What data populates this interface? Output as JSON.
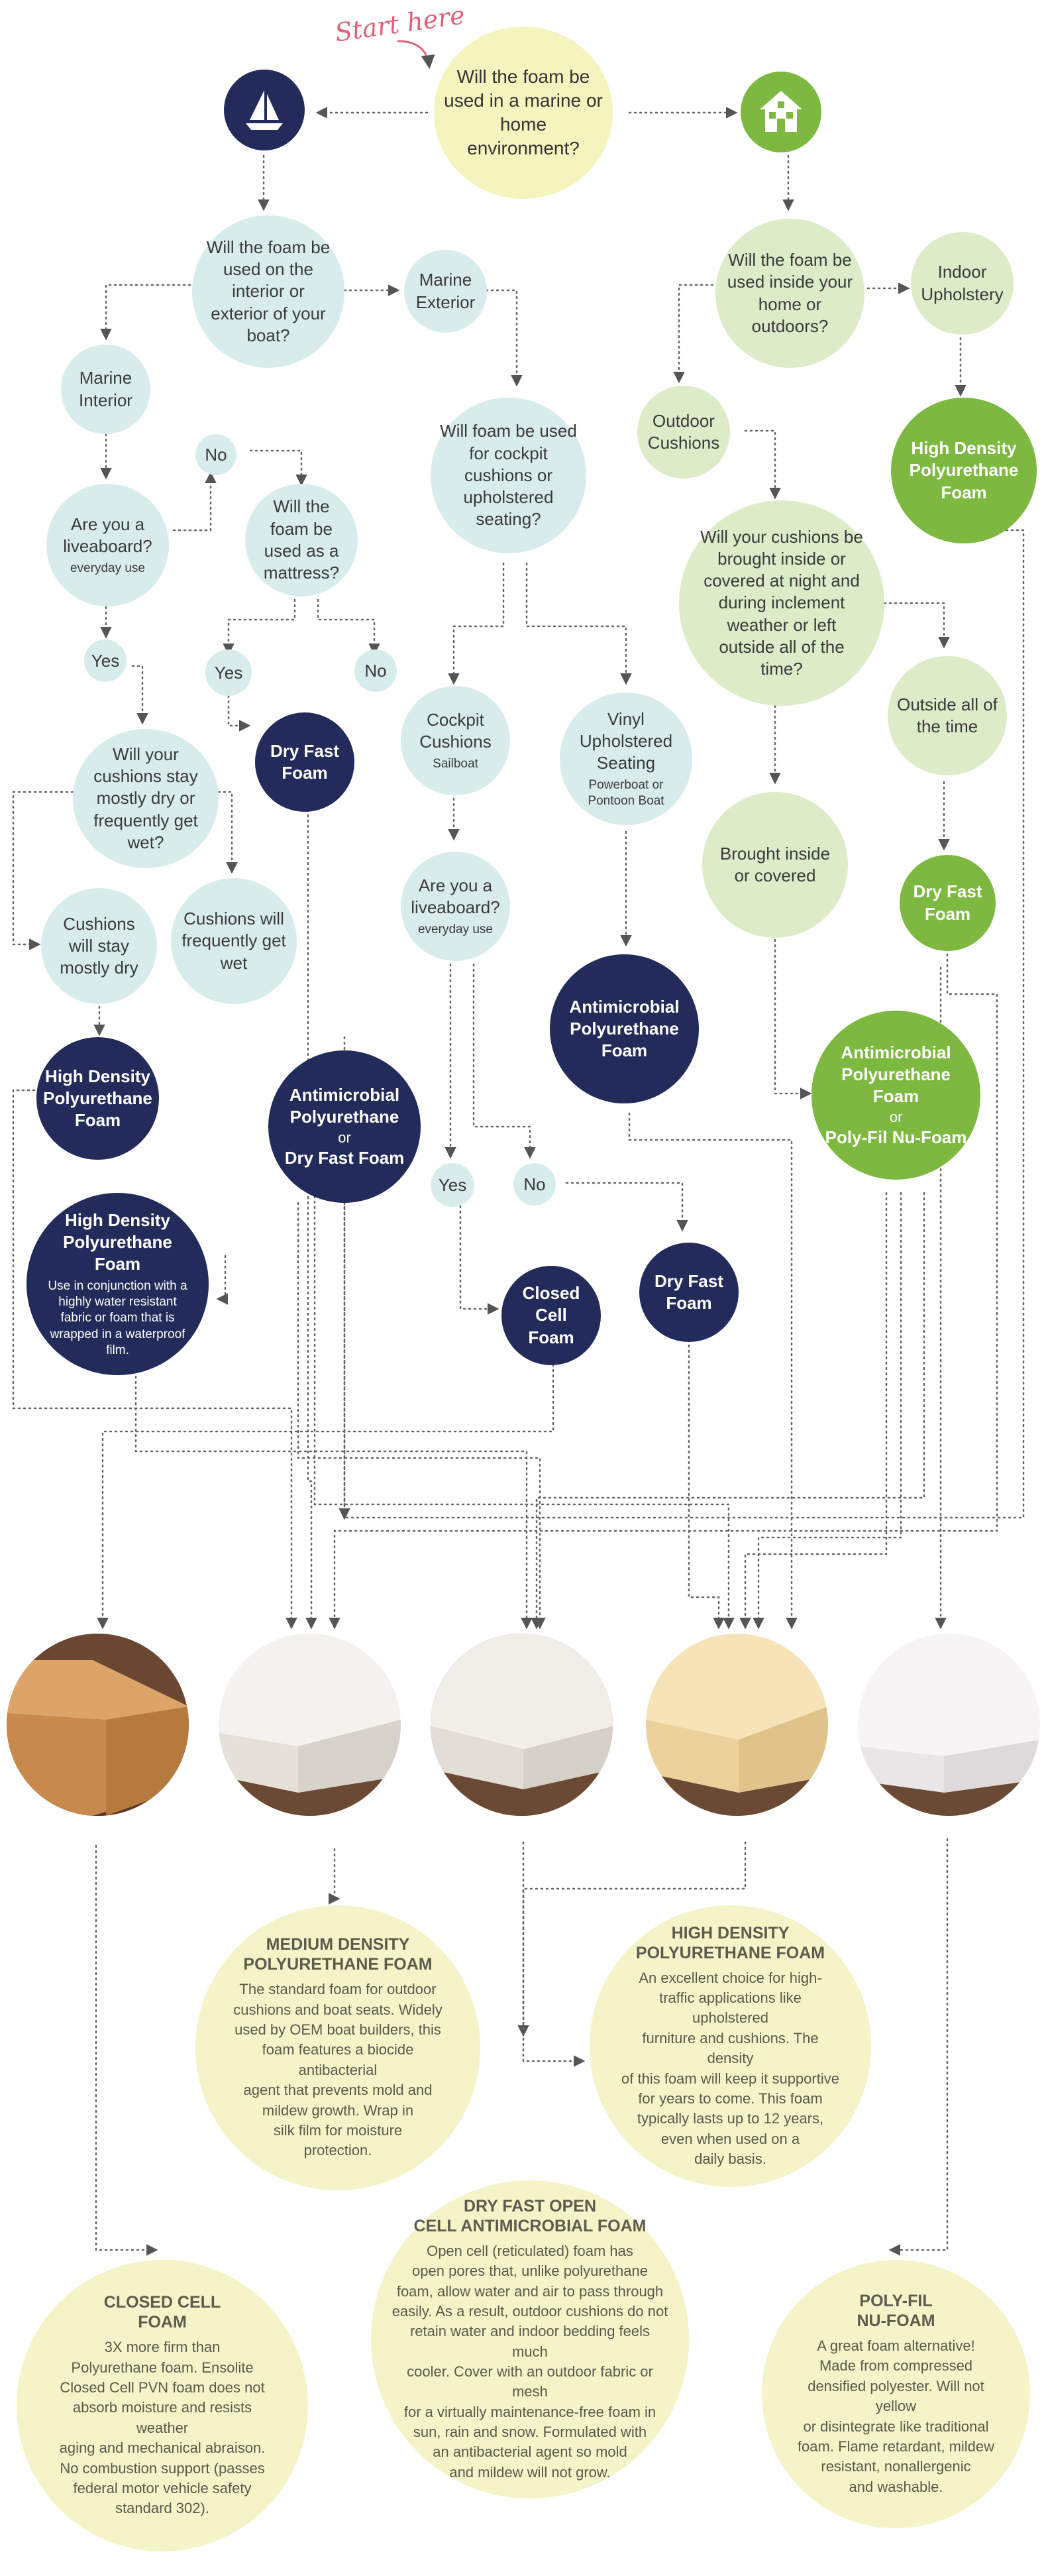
{
  "start_label": "Start here",
  "icons": {
    "marine": "sailboat-icon",
    "home": "house-icon"
  },
  "colors": {
    "navy": "#232b5a",
    "green": "#7db840",
    "question": "#d9ecec",
    "start": "#f5f3be",
    "description": "#f5f3c8",
    "accent": "#e0607a"
  },
  "nodes": {
    "start_q": "Will the foam be used in a marine or home environment?",
    "interior_exterior_q": "Will the foam be used on the interior or exterior of your boat?",
    "marine_exterior": "Marine Exterior",
    "marine_interior": "Marine Interior",
    "liveaboard_q": "Are you a liveaboard?",
    "liveaboard_sub": "everyday use",
    "no_1": "No",
    "yes_1": "Yes",
    "mattress_q": "Will the foam be used as a mattress?",
    "yes_2": "Yes",
    "no_2": "No",
    "dry_fast_1": "Dry Fast Foam",
    "stay_dry_q": "Will your cushions stay mostly dry or frequently get wet?",
    "stay_dry": "Cushions will stay mostly dry",
    "get_wet": "Cushions will frequently get wet",
    "hd_poly_1": "High Density Polyurethane Foam",
    "hd_poly_2": "High Density Polyurethane Foam",
    "hd_poly_2_sub": "Use in conjunction with a highly water resistant fabric or foam that is wrapped in a waterproof film.",
    "anti_or_dry_a": "Antimicrobial Polyurethane",
    "anti_or_dry_or": "or",
    "anti_or_dry_b": "Dry Fast Foam",
    "cockpit_q": "Will foam be used for cockpit cushions or upholstered seating?",
    "cockpit": "Cockpit Cushions",
    "cockpit_sub": "Sailboat",
    "vinyl": "Vinyl Upholstered Seating",
    "vinyl_sub": "Powerboat or Pontoon Boat",
    "liveaboard2_q": "Are you a liveaboard?",
    "liveaboard2_sub": "everyday use",
    "yes_3": "Yes",
    "no_3": "No",
    "closed_cell": "Closed Cell Foam",
    "dry_fast_2": "Dry Fast Foam",
    "anti_poly_1": "Antimicrobial Polyurethane Foam",
    "inside_outdoors_q": "Will the foam be used inside your home or outdoors?",
    "indoor": "Indoor Upholstery",
    "outdoor": "Outdoor Cushions",
    "hd_poly_green": "High Density Polyurethane Foam",
    "brought_inside_q": "Will your cushions be brought inside or covered at night and during inclement weather or left outside all of the time?",
    "outside_all": "Outside all of the time",
    "brought_inside": "Brought inside or covered",
    "dry_fast_green": "Dry Fast Foam",
    "anti_poly_green_a": "Antimicrobial Polyurethane Foam",
    "anti_poly_green_or": "or",
    "anti_poly_green_b": "Poly-Fil Nu-Foam"
  },
  "descriptions": {
    "medium": {
      "title": "MEDIUM DENSITY\nPOLYURETHANE FOAM",
      "text": "The standard foam for outdoor\ncushions and boat seats. Widely\nused by OEM boat builders, this\nfoam features a biocide antibacterial\nagent that prevents mold and\nmildew growth. Wrap in\nsilk film for moisture\nprotection."
    },
    "high": {
      "title": "HIGH DENSITY\nPOLYURETHANE FOAM",
      "text": "An excellent choice for high-\ntraffic applications like upholstered\nfurniture and cushions. The density\nof this foam will keep it supportive\nfor years to come. This foam\ntypically lasts up to 12 years,\neven when used on a\ndaily basis."
    },
    "closed": {
      "title": "CLOSED CELL\nFOAM",
      "text": "3X more firm than\nPolyurethane foam. Ensolite\nClosed Cell PVN foam does not\nabsorb moisture and resists weather\naging and mechanical abraison.\nNo combustion support (passes\nfederal motor vehicle safety\nstandard 302)."
    },
    "dryfast": {
      "title": "DRY FAST OPEN\nCELL ANTIMICROBIAL FOAM",
      "text": "Open cell (reticulated) foam has\nopen pores that, unlike polyurethane\nfoam, allow water and air to pass through\neasily. As a result, outdoor cushions do not\nretain water and indoor bedding feels much\ncooler. Cover with an outdoor fabric or mesh\nfor a virtually maintenance-free foam in\nsun, rain and snow. Formulated with\nan antibacterial agent so mold\nand mildew will not grow."
    },
    "polyfil": {
      "title": "POLY-FIL\nNU-FOAM",
      "text": "A great foam alternative!\nMade from compressed\ndensified polyester. Will not yellow\nor disintegrate like traditional\nfoam. Flame retardant, mildew\nresistant, nonallergenic\nand washable."
    }
  },
  "foam_photos": [
    {
      "name": "closed-cell-foam-photo",
      "color": "#d49a55"
    },
    {
      "name": "medium-density-foam-photo",
      "color": "#f1eee8"
    },
    {
      "name": "dry-fast-foam-photo",
      "color": "#efece6"
    },
    {
      "name": "high-density-foam-photo",
      "color": "#f3dca8"
    },
    {
      "name": "poly-fil-nu-foam-photo",
      "color": "#f4f2f2"
    }
  ]
}
